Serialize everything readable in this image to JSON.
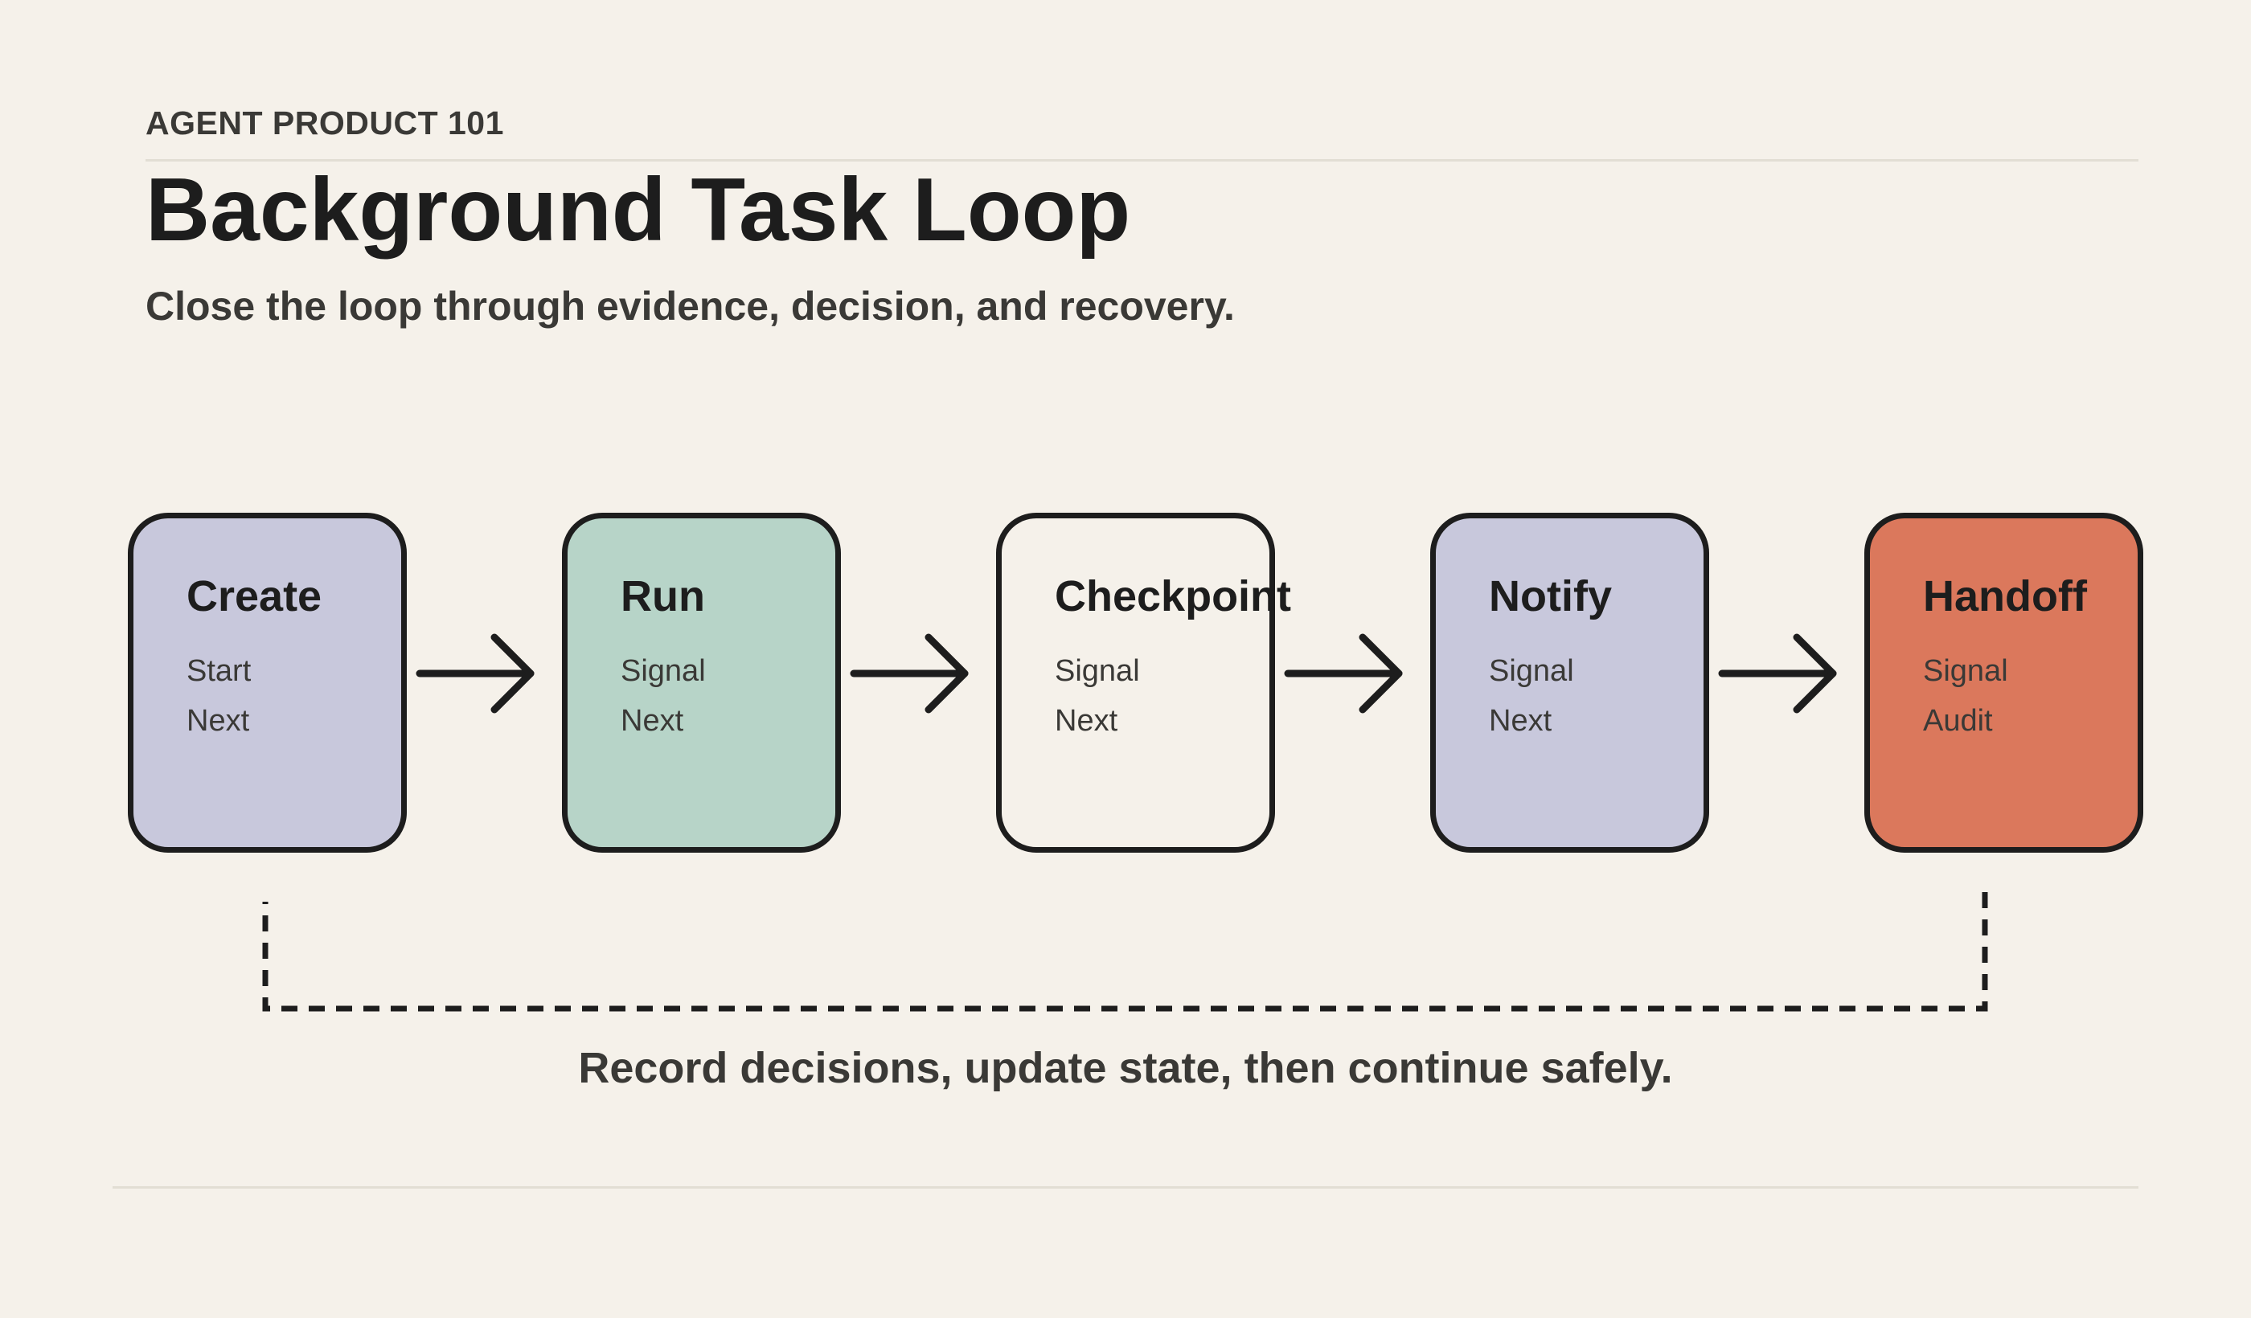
{
  "header": {
    "eyebrow": "AGENT PRODUCT 101",
    "title": "Background Task Loop",
    "subtitle": "Close the loop through evidence, decision, and recovery."
  },
  "steps": [
    {
      "title": "Create",
      "line1": "Start",
      "line2": "Next",
      "color": "#c8c8dc"
    },
    {
      "title": "Run",
      "line1": "Signal",
      "line2": "Next",
      "color": "#b7d4c8"
    },
    {
      "title": "Checkpoint",
      "line1": "Signal",
      "line2": "Next",
      "color": "#f5f1ea"
    },
    {
      "title": "Notify",
      "line1": "Signal",
      "line2": "Next",
      "color": "#c8c8dc"
    },
    {
      "title": "Handoff",
      "line1": "Signal",
      "line2": "Audit",
      "color": "#db785c"
    }
  ],
  "loop": {
    "caption": "Record decisions, update state, then continue safely."
  },
  "colors": {
    "background": "#f5f1ea",
    "ink": "#1d1d1d",
    "muted_text": "#3a3936",
    "rule": "#e2ded4"
  }
}
